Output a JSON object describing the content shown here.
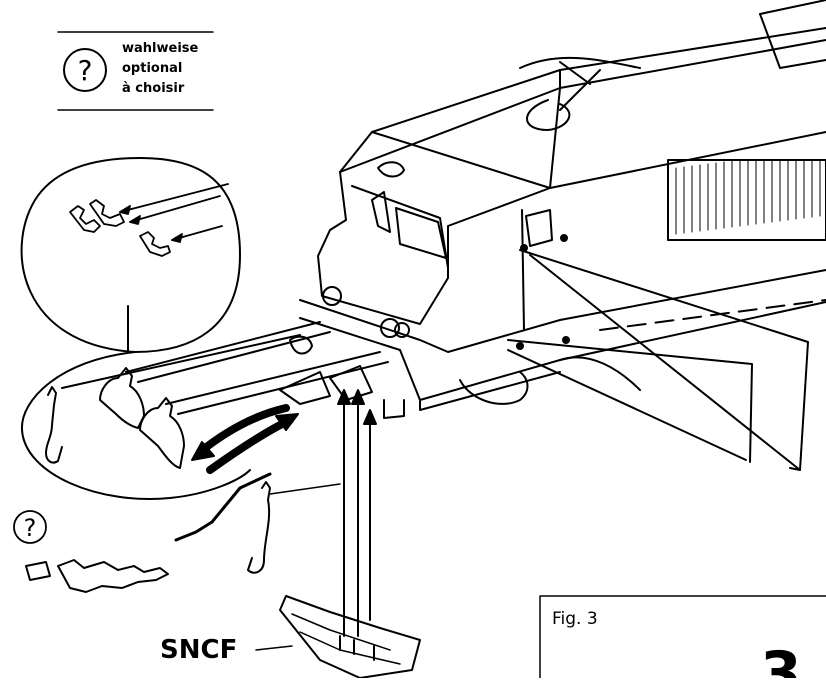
{
  "legend": {
    "symbol": "?",
    "lines": [
      "wahlweise",
      "optional",
      "à  choisir"
    ]
  },
  "symbol_left": "?",
  "label_sncf": "SNCF",
  "figure_label": "Fig. 3",
  "page_number": "3",
  "colors": {
    "ink": "#000000",
    "paper": "#ffffff"
  }
}
